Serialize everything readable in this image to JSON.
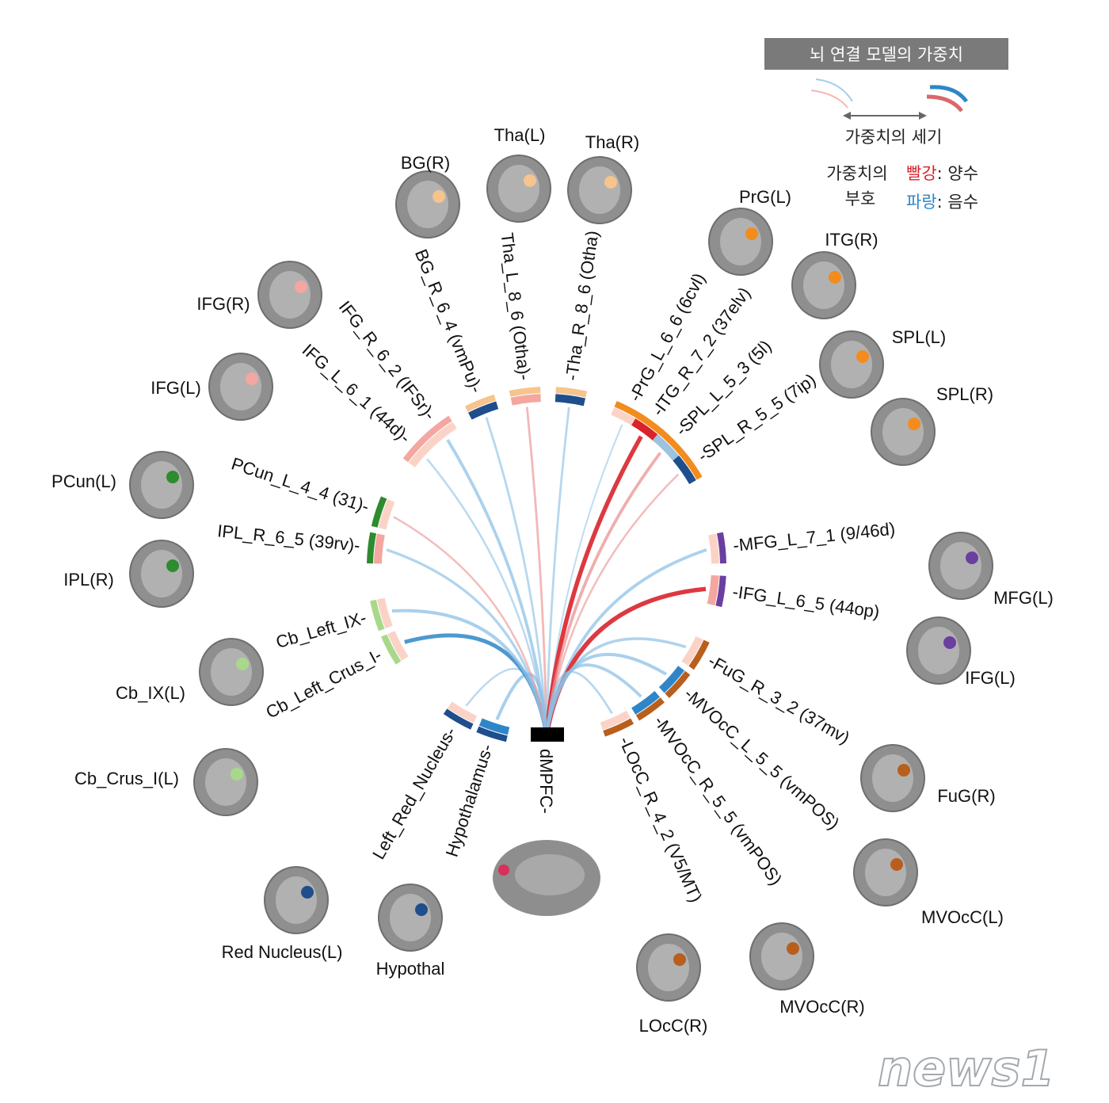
{
  "legend": {
    "title": "뇌 연결 모델의 가중치",
    "strength_label": "가중치의 세기",
    "sign_label_1": "가중치의",
    "sign_label_2": "부호",
    "red_word": "빨강",
    "red_meaning": ": 양수",
    "blue_word": "파랑",
    "blue_meaning": ": 음수",
    "colors": {
      "positive": "#d9232b",
      "negative": "#2e86c8",
      "title_bg": "#7a7a7a"
    }
  },
  "hub": {
    "label": "dMPFC-",
    "brain_label": "",
    "color": "#000000"
  },
  "nodes": [
    {
      "id": "bg-r",
      "label": "BG_R_6_4 (vmPu)-",
      "brain": "BG(R)",
      "group_color": "#f6c48c",
      "tip_color": "#1f4e8c",
      "weight": -0.35
    },
    {
      "id": "tha-l",
      "label": "Tha_L_8_6 (Otha)-",
      "brain": "Tha(L)",
      "group_color": "#f6c48c",
      "tip_color": "#f4a6a0",
      "weight": 0.35
    },
    {
      "id": "tha-r",
      "label": "-Tha_R_8_6 (Otha)",
      "brain": "Tha(R)",
      "group_color": "#f6c48c",
      "tip_color": "#1f4e8c",
      "weight": -0.35
    },
    {
      "id": "prg-l",
      "label": "-PrG_L_6_6 (6cvl)",
      "brain": "PrG(L)",
      "group_color": "#f28c1e",
      "tip_color": "#fbd3c6",
      "weight": -0.2
    },
    {
      "id": "itg-r",
      "label": "-ITG_R_7_2 (37elv)",
      "brain": "ITG(R)",
      "group_color": "#f28c1e",
      "tip_color": "#d9232b",
      "weight": 0.9
    },
    {
      "id": "spl-l",
      "label": "-SPL_L_5_3 (5l)",
      "brain": "SPL(L)",
      "group_color": "#f28c1e",
      "tip_color": "#9cc3e0",
      "weight": 0.55
    },
    {
      "id": "spl-r",
      "label": "-SPL_R_5_5 (7ip)",
      "brain": "SPL(R)",
      "group_color": "#f28c1e",
      "tip_color": "#1f4e8c",
      "weight": 0.3
    },
    {
      "id": "mfg-l",
      "label": "-MFG_L_7_1 (9/46d)",
      "brain": "MFG(L)",
      "group_color": "#6b3fa0",
      "tip_color": "#fbd3c6",
      "weight": -0.55
    },
    {
      "id": "ifg-l-op",
      "label": "-IFG_L_6_5 (44op)",
      "brain": "IFG(L)",
      "group_color": "#6b3fa0",
      "tip_color": "#f4a6a0",
      "weight": 0.9
    },
    {
      "id": "fug-r",
      "label": "-FuG_R_3_2 (37mv)",
      "brain": "FuG(R)",
      "group_color": "#b85f1e",
      "tip_color": "#fbd3c6",
      "weight": -0.5
    },
    {
      "id": "mvocc-l",
      "label": "-MVOcC_L_5_5 (vmPOS)",
      "brain": "MVOcC(L)",
      "group_color": "#b85f1e",
      "tip_color": "#2e86c8",
      "weight": -0.6
    },
    {
      "id": "mvocc-r",
      "label": "-MVOcC_R_5_5 (vmPOS)",
      "brain": "MVOcC(R)",
      "group_color": "#b85f1e",
      "tip_color": "#2e86c8",
      "weight": -0.55
    },
    {
      "id": "locc-r",
      "label": "-LOcC_R_4_2 (V5/MT)",
      "brain": "LOcC(R)",
      "group_color": "#b85f1e",
      "tip_color": "#fbd3c6",
      "weight": -0.35
    },
    {
      "id": "hypoth",
      "label": "Hypothalamus-",
      "brain": "Hypothal",
      "group_color": "#1f4e8c",
      "tip_color": "#2e86c8",
      "weight": -0.6
    },
    {
      "id": "red-nucleus",
      "label": "Left_Red_Nucleus-",
      "brain": "Red Nucleus(L)",
      "group_color": "#1f4e8c",
      "tip_color": "#fbd3c6",
      "weight": -0.3
    },
    {
      "id": "cb-crus",
      "label": "Cb_Left_Crus_I-",
      "brain": "Cb_Crus_I(L)",
      "group_color": "#a8d98b",
      "tip_color": "#fbd3c6",
      "weight": -0.8
    },
    {
      "id": "cb-ix",
      "label": "Cb_Left_IX-",
      "brain": "Cb_IX(L)",
      "group_color": "#a8d98b",
      "tip_color": "#fbd3c6",
      "weight": -0.6
    },
    {
      "id": "ipl-r",
      "label": "IPL_R_6_5 (39rv)-",
      "brain": "IPL(R)",
      "group_color": "#2e8b2e",
      "tip_color": "#f4a6a0",
      "weight": -0.45
    },
    {
      "id": "pcun-l",
      "label": "PCun_L_4_4 (31)-",
      "brain": "PCun(L)",
      "group_color": "#2e8b2e",
      "tip_color": "#fbd3c6",
      "weight": 0.3
    },
    {
      "id": "ifg-l-44d",
      "label": "IFG_L_6_1 (44d)-",
      "brain": "IFG(L)",
      "group_color": "#f4a6a0",
      "tip_color": "#fbd3c6",
      "weight": -0.3
    },
    {
      "id": "ifg-r",
      "label": "IFG_R_6_2 (IFSr)-",
      "brain": "IFG(R)",
      "group_color": "#f4a6a0",
      "tip_color": "#fbd3c6",
      "weight": -0.55
    }
  ],
  "watermark": "news1"
}
